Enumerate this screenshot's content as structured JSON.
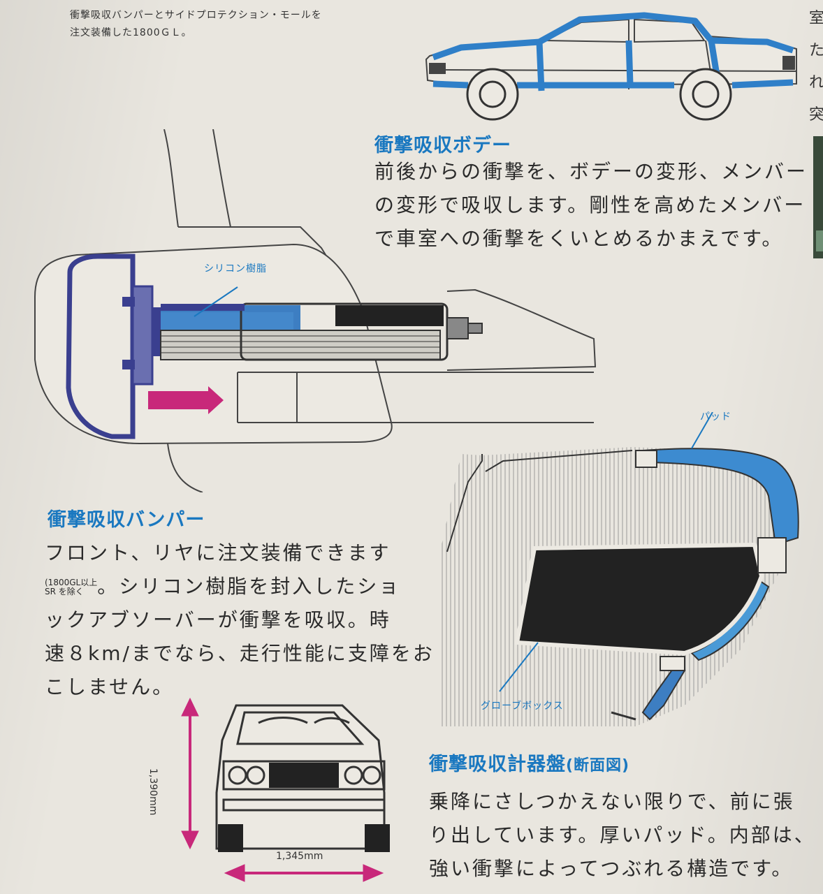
{
  "caption": {
    "line1": "衝撃吸収バンパーとサイドプロテクション・モールを",
    "line2": "注文装備した1800ＧＬ。"
  },
  "edge_chars": [
    "室",
    "た",
    "れ",
    "突"
  ],
  "body_section": {
    "heading": "衝撃吸収ボデー",
    "lines": [
      "前後からの衝撃を、ボデーの変形、メンバー",
      "の変形で吸収します。剛性を高めたメンバー",
      "で車室への衝撃をくいとめるかまえです。"
    ]
  },
  "bumper_diagram": {
    "label": "シリコン樹脂"
  },
  "bumper_section": {
    "heading": "衝撃吸収バンパー",
    "line1": "フロント、リヤに注文装備できます",
    "note_line1": "(1800GL以上",
    "note_line2": "SR を除く",
    "line2_tail": "。シリコン樹脂を封入したショ",
    "line3": "ックアブソーバーが衝撃を吸収。時",
    "line4": "速８km/までなら、走行性能に支障をお",
    "line5": "こしません。"
  },
  "dimensions": {
    "height": "1,390mm",
    "width": "1,345mm"
  },
  "dash_diagram": {
    "pad_label": "パッド",
    "glovebox_label": "グローブボックス"
  },
  "dash_section": {
    "heading": "衝撃吸収計器盤",
    "heading_sub": "(断面図)",
    "lines": [
      "乗降にさしつかえない限りで、前に張",
      "り出しています。厚いパッド。内部は、",
      "強い衝撃によってつぶれる構造です。"
    ]
  },
  "colors": {
    "accent_blue": "#1a78c0",
    "bumper_navy": "#3a3f8f",
    "arrow_magenta": "#c8287a",
    "pad_blue": "#4a9ad6"
  }
}
